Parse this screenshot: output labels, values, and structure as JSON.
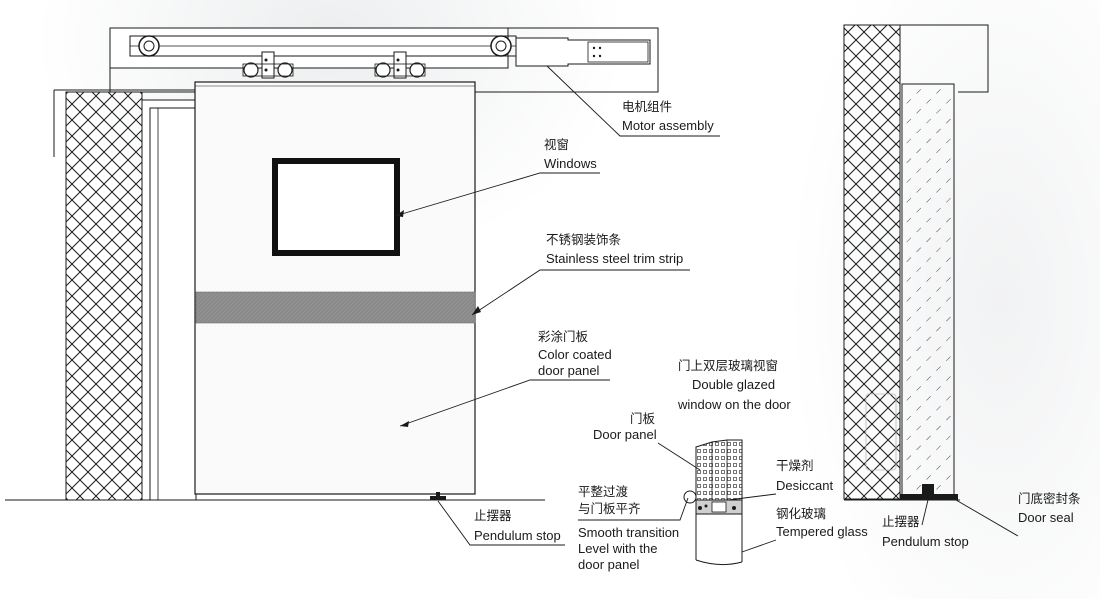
{
  "labels": {
    "motor": {
      "zh": "电机组件",
      "en": "Motor assembly"
    },
    "windows": {
      "zh": "视窗",
      "en": "Windows"
    },
    "trim": {
      "zh": "不锈钢装饰条",
      "en": "Stainless steel trim strip"
    },
    "panel": {
      "zh": "彩涂门板",
      "en1": "Color coated",
      "en2": "door panel"
    },
    "double_glazed": {
      "zh": "门上双层玻璃视窗",
      "en1": "Double glazed",
      "en2": "window on the door"
    },
    "door_panel": {
      "zh": "门板",
      "en": "Door panel"
    },
    "desiccant": {
      "zh": "干燥剂",
      "en": "Desiccant"
    },
    "smooth": {
      "zh1": "平整过渡",
      "zh2": "与门板平齐",
      "en1": "Smooth transition",
      "en2": "Level with the",
      "en3": "door panel"
    },
    "tempered": {
      "zh": "钢化玻璃",
      "en": "Tempered glass"
    },
    "pendulum_left": {
      "zh": "止摆器",
      "en": "Pendulum stop"
    },
    "pendulum_right": {
      "zh": "止摆器",
      "en": "Pendulum stop"
    },
    "door_seal": {
      "zh": "门底密封条",
      "en": "Door seal"
    }
  },
  "colors": {
    "line": "#1a1a1a",
    "trim_strip": "#8a8a8a",
    "window_frame": "#111111"
  }
}
